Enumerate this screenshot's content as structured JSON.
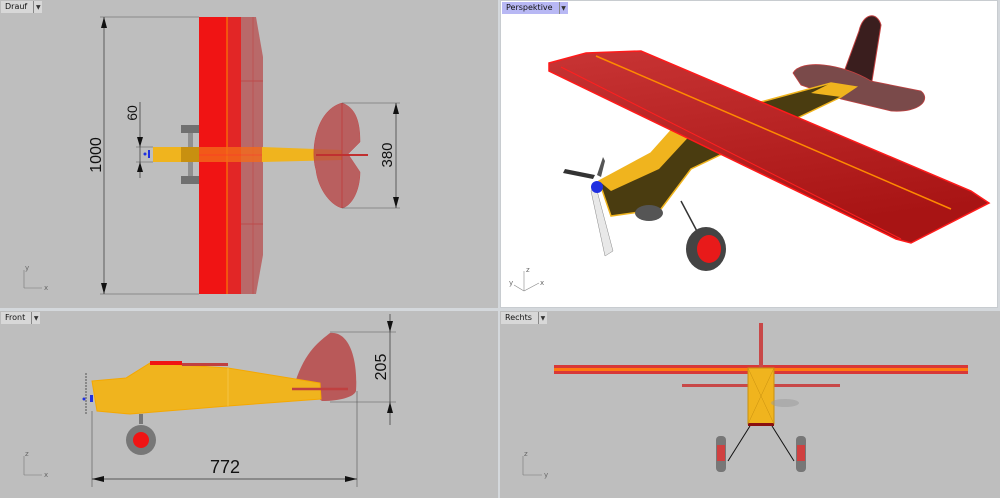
{
  "viewports": {
    "top": {
      "label": "Drauf",
      "axes": {
        "h": "x",
        "v": "y"
      }
    },
    "perspective": {
      "label": "Perspektive",
      "active": true,
      "axes": {
        "x": "x",
        "y": "y",
        "z": "z"
      }
    },
    "front": {
      "label": "Front",
      "axes": {
        "h": "x",
        "v": "z"
      }
    },
    "right": {
      "label": "Rechts",
      "axes": {
        "h": "y",
        "v": "z"
      }
    }
  },
  "dimensions": {
    "wingspan": "1000",
    "fuselage_width": "60",
    "stabilizer_span": "380",
    "fuselage_length": "772",
    "fin_height": "205"
  },
  "dropdown_icon": "triangle-down",
  "colors": {
    "viewport_bg": "#bebebe",
    "active_viewport_bg": "#ffffff",
    "active_tab_bg": "#b8b8f4",
    "wing_red": "#e81a1a",
    "fuselage_yellow": "#f0b41e",
    "tail_red_translucent": "#c0504d"
  }
}
